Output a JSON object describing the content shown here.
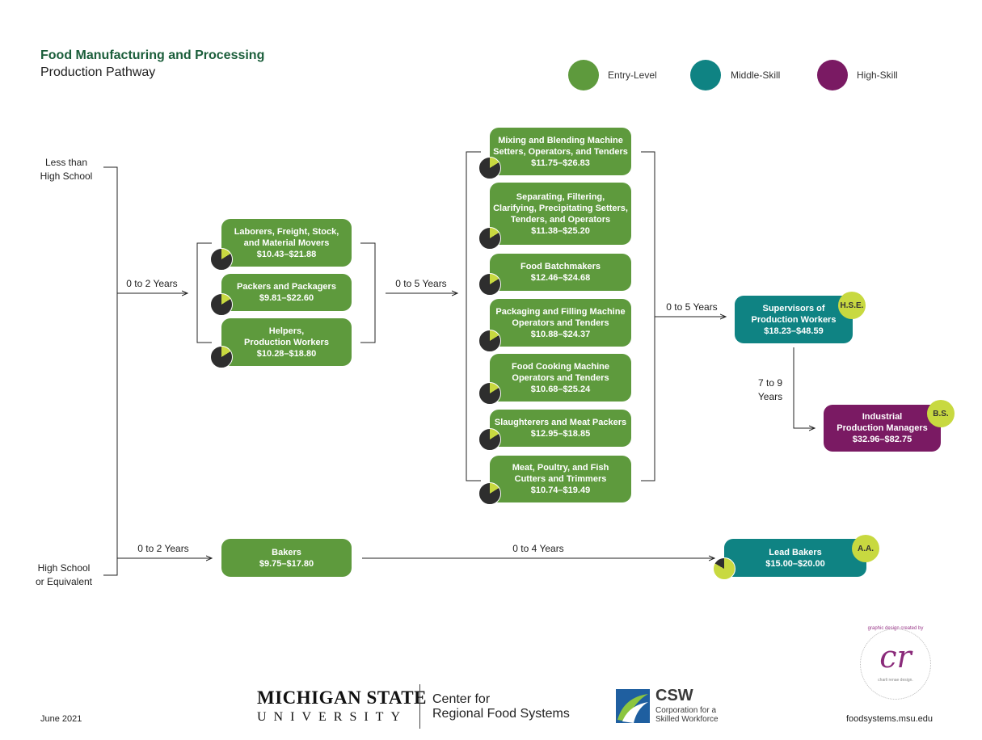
{
  "header": {
    "title": "Food Manufacturing and Processing",
    "subtitle": "Production Pathway"
  },
  "legend": [
    {
      "label": "Entry-Level",
      "color": "#5e9a3d"
    },
    {
      "label": "Middle-Skill",
      "color": "#0f8383"
    },
    {
      "label": "High-Skill",
      "color": "#7a1a63"
    }
  ],
  "education": {
    "less_than_hs": "Less than\nHigh School",
    "hs_equivalent": "High School\nor Equivalent"
  },
  "transitions": {
    "t1": "0 to 2 Years",
    "t2": "0 to 5 Years",
    "t3": "0 to 5 Years",
    "t4": "7 to 9\nYears",
    "t5": "0 to 2 Years",
    "t6": "0 to 4 Years"
  },
  "entry_column": [
    {
      "name": "Laborers, Freight, Stock,\nand Material Movers",
      "wage": "$10.43–$21.88"
    },
    {
      "name": "Packers and Packagers",
      "wage": "$9.81–$22.60"
    },
    {
      "name": "Helpers,\nProduction Workers",
      "wage": "$10.28–$18.80"
    }
  ],
  "operator_column": [
    {
      "name": "Mixing and Blending Machine\nSetters, Operators, and Tenders",
      "wage": "$11.75–$26.83"
    },
    {
      "name": "Separating, Filtering,\nClarifying, Precipitating Setters,\nTenders, and Operators",
      "wage": "$11.38–$25.20"
    },
    {
      "name": "Food Batchmakers",
      "wage": "$12.46–$24.68"
    },
    {
      "name": "Packaging and Filling Machine\nOperators and Tenders",
      "wage": "$10.88–$24.37"
    },
    {
      "name": "Food Cooking Machine\nOperators and Tenders",
      "wage": "$10.68–$25.24"
    },
    {
      "name": "Slaughterers and Meat Packers",
      "wage": "$12.95–$18.85"
    },
    {
      "name": "Meat, Poultry, and Fish\nCutters and Trimmers",
      "wage": "$10.74–$19.49"
    }
  ],
  "supervisor": {
    "name": "Supervisors of\nProduction Workers",
    "wage": "$18.23–$48.59",
    "badge": "H.S.E."
  },
  "manager": {
    "name": "Industrial\nProduction Managers",
    "wage": "$32.96–$82.75",
    "badge": "B.S."
  },
  "bakers": {
    "name": "Bakers",
    "wage": "$9.75–$17.80"
  },
  "lead_bakers": {
    "name": "Lead Bakers",
    "wage": "$15.00–$20.00",
    "badge": "A.A."
  },
  "footer": {
    "date": "June 2021",
    "msu_top": "MICHIGAN STATE",
    "msu_bottom": "UNIVERSITY",
    "crfs": "Center for\nRegional Food Systems",
    "csw_big": "CSW",
    "csw_small": "Corporation for a\nSkilled Workforce",
    "url": "foodsystems.msu.edu",
    "designer_mark": "cr",
    "designer_text": "graphic design created by",
    "designer_sub": "charli renae design."
  }
}
